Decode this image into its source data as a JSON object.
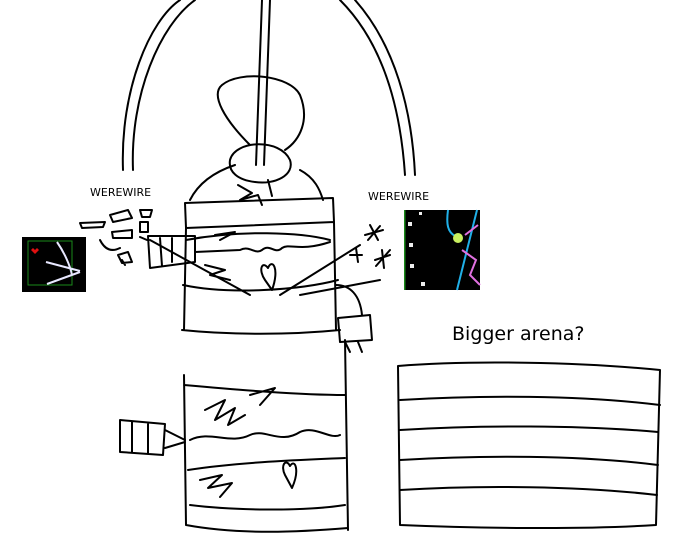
{
  "labels": {
    "left_werewire": "WEREWIRE",
    "right_werewire": "WEREWIRE",
    "arena_question": "Bigger arena?"
  },
  "colors": {
    "ink": "#000000",
    "heart": "#e01010",
    "frame": "#1a8a1a",
    "wire": "#20b0e8"
  }
}
